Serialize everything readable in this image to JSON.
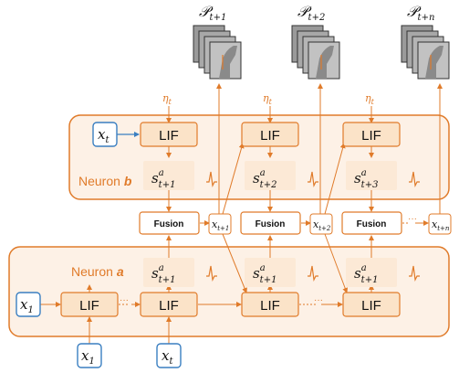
{
  "diagram": {
    "frames": [
      {
        "label": "𝒫",
        "sub": "t+1"
      },
      {
        "label": "𝒫",
        "sub": "t+2"
      },
      {
        "label": "𝒫",
        "sub": "t+n"
      }
    ],
    "eta": {
      "label": "η",
      "sub": "t"
    },
    "neuron_b": {
      "name": "Neuron ",
      "letter": "b"
    },
    "neuron_a": {
      "name": "Neuron ",
      "letter": "a"
    },
    "lif_label": "LIF",
    "fusion_label": "Fusion",
    "ellipsis": "···",
    "spikes_b": [
      {
        "base": "s",
        "sup": "a",
        "sub": "t+1"
      },
      {
        "base": "s",
        "sup": "a",
        "sub": "t+2"
      },
      {
        "base": "s",
        "sup": "a",
        "sub": "t+3"
      }
    ],
    "spikes_a": [
      {
        "base": "s",
        "sup": "a",
        "sub": "t+1"
      },
      {
        "base": "s",
        "sup": "a",
        "sub": "t+1"
      },
      {
        "base": "s",
        "sup": "a",
        "sub": "t+1"
      }
    ],
    "states": [
      {
        "base": "x",
        "sub": "t+1"
      },
      {
        "base": "x",
        "sub": "t+2"
      },
      {
        "base": "x",
        "sub": "t+n"
      }
    ],
    "inputs": {
      "xt_b": {
        "base": "x",
        "sub": "t"
      },
      "x1_a": {
        "base": "x",
        "sub": "1"
      },
      "x1_bottom": {
        "base": "x",
        "sub": "1"
      },
      "xt_bottom": {
        "base": "x",
        "sub": "t"
      }
    },
    "colors": {
      "orange": "#e07b2a",
      "panel_fill": "#fdf1e6",
      "box_fill": "#fbe3c8",
      "spike_fill": "#fce9d6",
      "blue": "#3a7fc1",
      "node_fill": "#ffffff"
    }
  }
}
